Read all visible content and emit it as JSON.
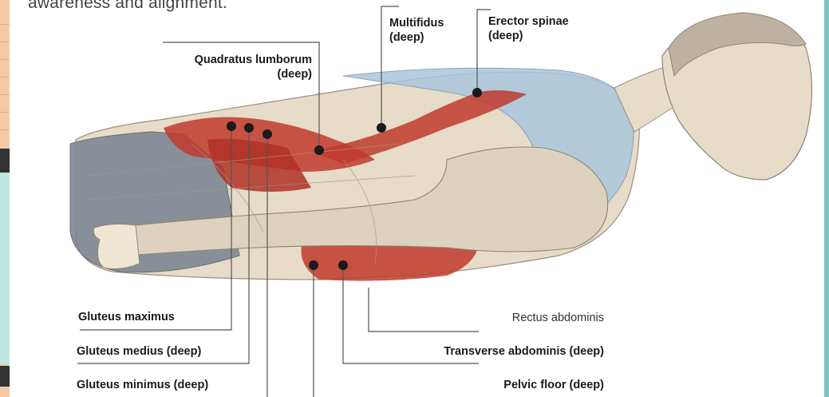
{
  "intro_text": "awareness and alignment.",
  "labels": {
    "multifidus_1": "Multifidus",
    "multifidus_2": "(deep)",
    "erector_1": "Erector spinae",
    "erector_2": "(deep)",
    "quadratus_1": "Quadratus lumborum",
    "quadratus_2": "(deep)",
    "gluteus_maximus": "Gluteus maximus",
    "gluteus_medius": "Gluteus medius (deep)",
    "gluteus_minimus": "Gluteus minimus (deep)",
    "rectus_abdominis": "Rectus abdominis",
    "transverse_abdominis": "Transverse abdominis (deep)",
    "pelvic_floor": "Pelvic floor (deep)"
  },
  "colors": {
    "muscle_red": "#c0392b",
    "shorts_gray": "#7e8794",
    "shirt_blue": "#a9c6de",
    "skin": "#e6dcc8",
    "leader_line": "#555555",
    "marker": "#1a1a1a"
  }
}
